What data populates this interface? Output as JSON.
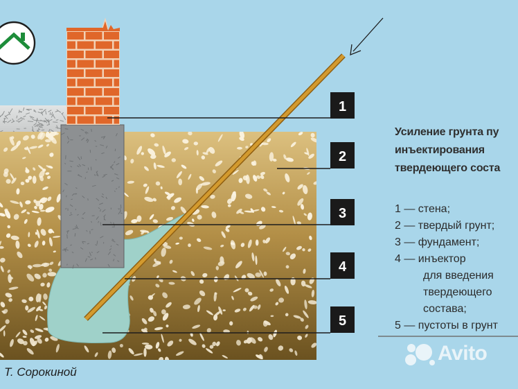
{
  "logo": {
    "icon": "house-icon"
  },
  "labels": [
    "1",
    "2",
    "3",
    "4",
    "5"
  ],
  "legend": {
    "title": [
      "Усиление грунта пу",
      "инъектирования",
      "твердеющего соста"
    ],
    "items": [
      {
        "num": "1",
        "text": "— стена;",
        "cont": []
      },
      {
        "num": "2",
        "text": "— твердый грунт;",
        "cont": []
      },
      {
        "num": "3",
        "text": "— фундамент;",
        "cont": []
      },
      {
        "num": "4",
        "text": "— инъектор",
        "cont": [
          "для введения",
          "твердеющего",
          "состава;"
        ]
      },
      {
        "num": "5",
        "text": "— пустоты в грунт",
        "cont": []
      }
    ]
  },
  "credit": "Т. Сорокиной",
  "watermark": "Avito",
  "colors": {
    "sky": "#a9d6ea",
    "brick": "#e06a2a",
    "mortar": "#f1d3b8",
    "foundation": "#8e9193",
    "soil_top": "#d8b978",
    "soil_bottom": "#6e5522",
    "void": "#9fd1c9",
    "injector": "#c98a1e",
    "label_box": "#1a1a1a"
  }
}
